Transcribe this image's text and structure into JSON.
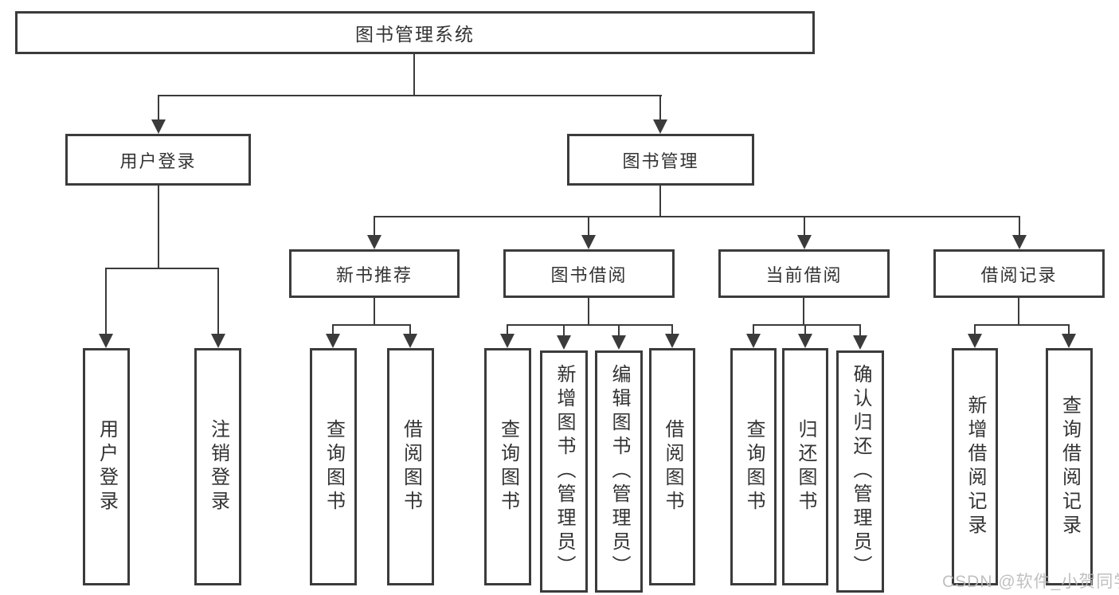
{
  "diagram": {
    "title": "图书管理系统",
    "level2": {
      "user_login": "用户登录",
      "book_mgmt": "图书管理"
    },
    "level3": {
      "new_books": "新书推荐",
      "borrowing": "图书借阅",
      "current_borrow": "当前借阅",
      "borrow_records": "借阅记录"
    },
    "leaves": {
      "user_login": [
        "用户登录",
        "注销登录"
      ],
      "new_books": [
        "查询图书",
        "借阅图书"
      ],
      "borrowing": [
        "查询图书",
        "新增图书（管理员）",
        "编辑图书（管理员）",
        "借阅图书"
      ],
      "current_borrow": [
        "查询图书",
        "归还图书",
        "确认归还（管理员）"
      ],
      "borrow_records": [
        "新增借阅记录",
        "查询借阅记录"
      ]
    },
    "colors": {
      "line": "#3b3b3b",
      "text": "#333333",
      "background": "#ffffff",
      "watermark": "#b9b9b9"
    }
  },
  "watermark": "CSDN @软件_小贺同学"
}
